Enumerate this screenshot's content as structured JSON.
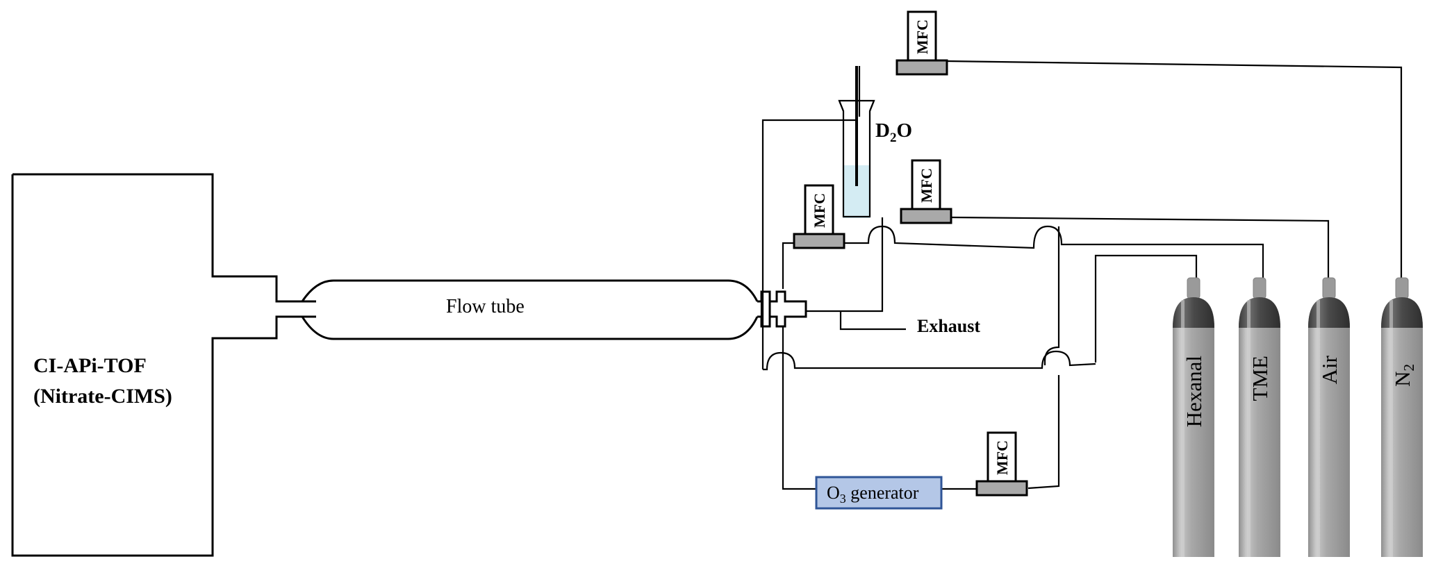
{
  "instrument": {
    "line1": "CI-APi-TOF",
    "line2": "(Nitrate-CIMS)"
  },
  "flow_tube": {
    "label": "Flow tube"
  },
  "exhaust": {
    "label": "Exhaust"
  },
  "bubbler": {
    "label_main": "D",
    "label_sub": "2",
    "label_end": "O",
    "liquid_color": "#d4ecf3"
  },
  "mfc": {
    "label": "MFC",
    "fill_color": "#a9a9a9"
  },
  "o3_generator": {
    "label_main": "O",
    "label_sub": "3",
    "label_end": " generator",
    "fill_color": "#b4c7e7",
    "border_color": "#2f5597"
  },
  "cylinders": [
    {
      "id": "hexanal",
      "label": "Hexanal"
    },
    {
      "id": "tme",
      "label": "TME"
    },
    {
      "id": "air",
      "label": "Air"
    },
    {
      "id": "n2",
      "label_main": "N",
      "label_sub": "2"
    }
  ],
  "colors": {
    "cylinder_body": "#a6a6a6",
    "cylinder_cap": "#4a4a4a",
    "cylinder_highlight": "#c8c8c8"
  }
}
